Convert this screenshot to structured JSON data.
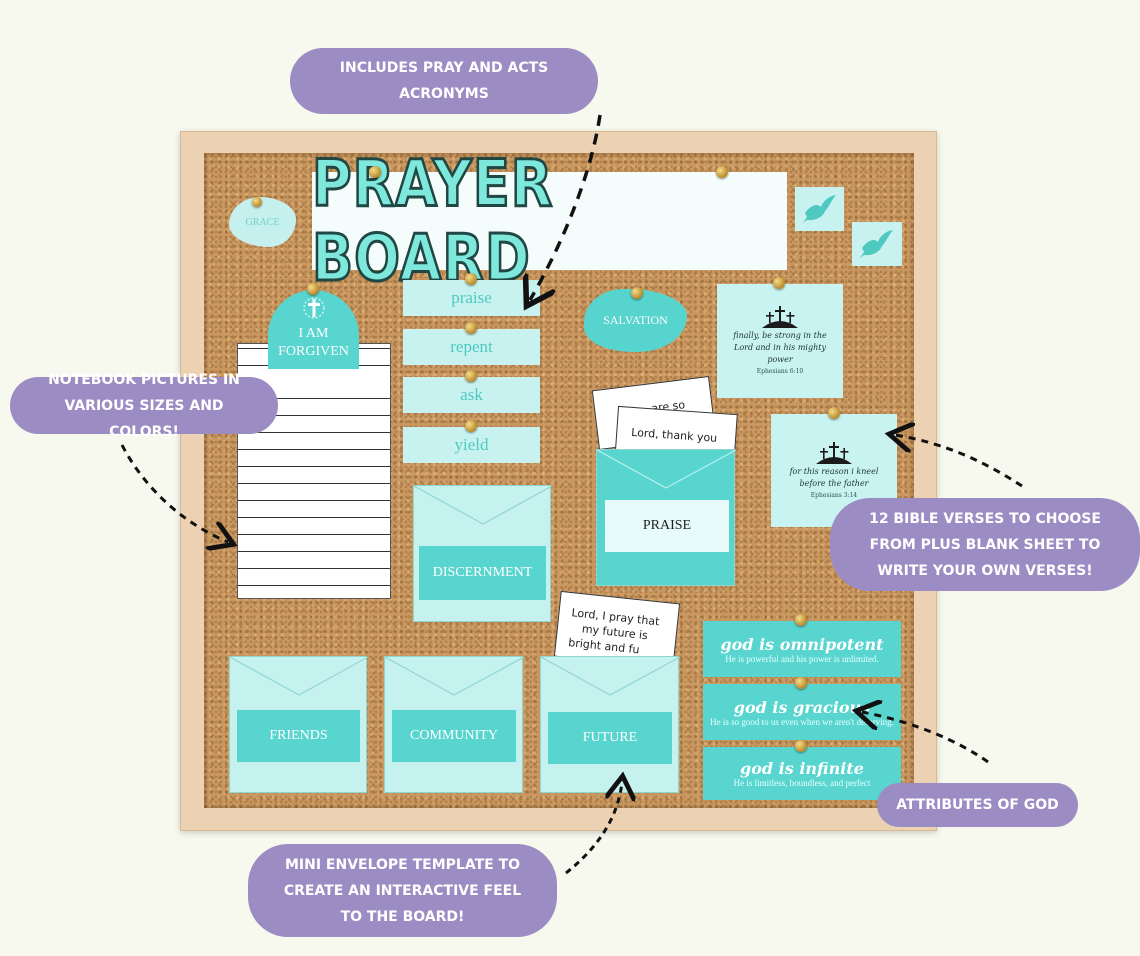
{
  "board": {
    "title": "PRAYER BOARD",
    "grace": "GRACE",
    "salvation": "SALVATION",
    "notebook_label": [
      "I AM",
      "FORGIVEN"
    ],
    "pray_words": [
      "praise",
      "repent",
      "ask",
      "yield"
    ],
    "envelopes": {
      "discernment": "DISCERNMENT",
      "praise": "PRAISE",
      "friends": "FRIENDS",
      "community": "COMMUNITY",
      "future": "FUTURE"
    },
    "notes": {
      "praise_back": "are so",
      "praise_front": "Lord, thank you",
      "future_lines": [
        "Lord, I pray that",
        "my future is",
        "bright and fu"
      ]
    },
    "verses": [
      {
        "text": "finally, be strong in the Lord and in his mighty power",
        "ref": "Ephesians 6:10"
      },
      {
        "text": "for this reason i kneel before the father",
        "ref": "Ephesians 3:14"
      }
    ],
    "attributes": [
      {
        "title": "god is omnipotent",
        "sub": "He is powerful and his power is unlimited."
      },
      {
        "title": "god is gracious",
        "sub": "He is so good to us even when we aren't deserving."
      },
      {
        "title": "god is infinite",
        "sub": "He is limitless, boundless, and perfect"
      }
    ],
    "icons": {
      "dove": "dove-icon",
      "cross": "cross-icon",
      "crosses_hill": "three-crosses-icon"
    }
  },
  "callouts": {
    "acronyms": "INCLUDES PRAY AND ACTS ACRONYMS",
    "notebook": "NOTEBOOK PICTURES IN VARIOUS SIZES AND COLORS!",
    "verses": "12 BIBLE VERSES TO CHOOSE FROM PLUS BLANK SHEET TO WRITE YOUR OWN VERSES!",
    "attributes": "ATTRIBUTES OF GOD",
    "envelope": "MINI ENVELOPE TEMPLATE TO CREATE AN INTERACTIVE FEEL TO THE BOARD!"
  },
  "colors": {
    "teal": "#58d5cf",
    "light_teal": "#c8f2f0",
    "bubble": "#9b8cc4",
    "cork": "#c9975f",
    "frame": "#ecd2b2"
  }
}
